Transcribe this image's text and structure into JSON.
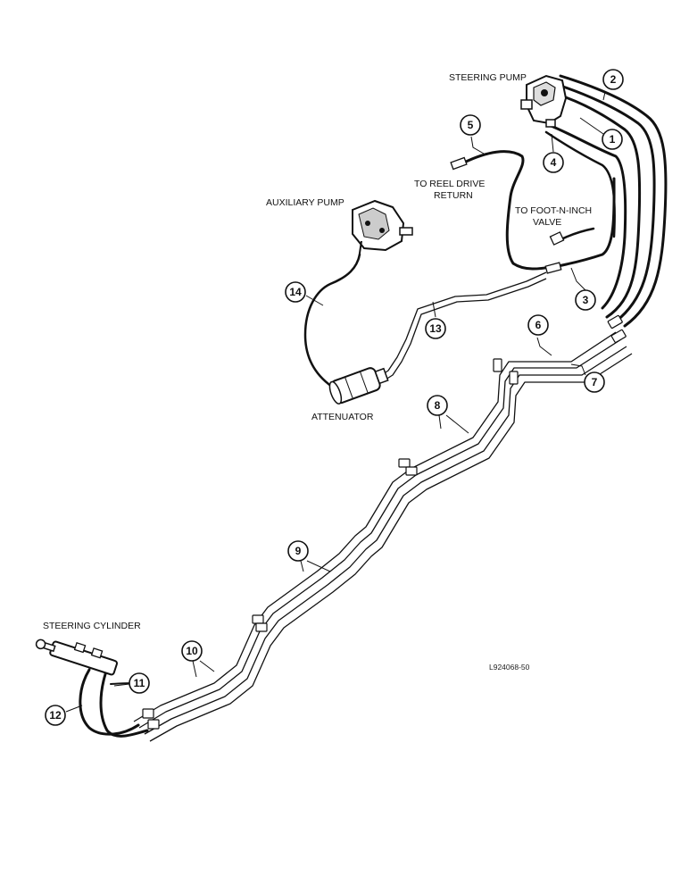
{
  "labels": {
    "steering_pump": "STEERING PUMP",
    "to_reel_drive_line1": "TO REEL DRIVE",
    "to_reel_drive_line2": "RETURN",
    "to_foot_line1": "TO FOOT-N-INCH",
    "to_foot_line2": "VALVE",
    "auxiliary_pump": "AUXILIARY PUMP",
    "attenuator": "ATTENUATOR",
    "steering_cylinder": "STEERING CYLINDER",
    "figure_code": "L924068-50"
  },
  "callouts": {
    "c1": "1",
    "c2": "2",
    "c3": "3",
    "c4": "4",
    "c5": "5",
    "c6": "6",
    "c7": "7",
    "c8": "8",
    "c9": "9",
    "c10": "10",
    "c11": "11",
    "c12": "12",
    "c13": "13",
    "c14": "14"
  }
}
